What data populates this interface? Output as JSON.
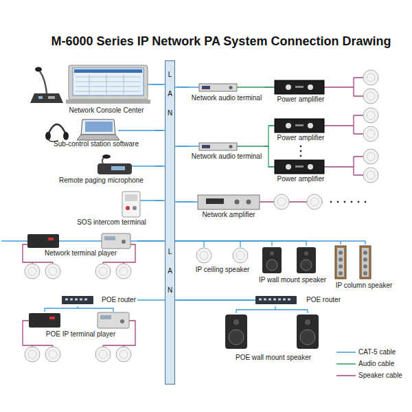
{
  "diagram": {
    "title": "M-6000 Series IP Network PA System Connection Drawing",
    "nodes": [
      {
        "text": [
          "LAN",
          "LAN"
        ]
      },
      {
        "text": [
          "Network Console Center"
        ]
      },
      {
        "text": [
          "Sub-control station software"
        ]
      },
      {
        "text": [
          "Remote paging microphone"
        ]
      },
      {
        "text": [
          "SOS intercom terminal"
        ]
      },
      {
        "text": [
          "Network terminal player"
        ]
      },
      {
        "text": [
          "POE router"
        ]
      },
      {
        "text": [
          "POE IP terminal player"
        ]
      },
      {
        "text": [
          "Network audio terminal"
        ]
      },
      {
        "text": [
          "Power amplifier"
        ]
      },
      {
        "text": [
          "Network audio terminal"
        ]
      },
      {
        "text": [
          "Power amplifier"
        ]
      },
      {
        "text": [
          "Power amplifier"
        ]
      },
      {
        "text": [
          "Network amplifier"
        ]
      },
      {
        "text": [
          "IP ceiling speaker"
        ]
      },
      {
        "text": [
          "IP wall mount speaker"
        ]
      },
      {
        "text": [
          "IP column speaker"
        ]
      },
      {
        "text": [
          "POE router"
        ]
      },
      {
        "text": [
          "POE wall mount speaker"
        ]
      }
    ],
    "edges": [
      {
        "from": 1,
        "to": 0,
        "arrow": "none"
      },
      {
        "from": 2,
        "to": 0,
        "arrow": "none"
      },
      {
        "from": 3,
        "to": 0,
        "arrow": "none"
      },
      {
        "from": 4,
        "to": 0,
        "arrow": "none"
      },
      {
        "from": 5,
        "to": 0,
        "arrow": "none"
      },
      {
        "from": 6,
        "to": 0,
        "arrow": "none"
      },
      {
        "from": 6,
        "to": 7,
        "arrow": "none"
      },
      {
        "from": 0,
        "to": 8,
        "arrow": "none"
      },
      {
        "from": 8,
        "to": 9,
        "arrow": "none"
      },
      {
        "from": 0,
        "to": 10,
        "arrow": "none"
      },
      {
        "from": 10,
        "to": 11,
        "arrow": "none"
      },
      {
        "from": 10,
        "to": 12,
        "arrow": "none"
      },
      {
        "from": 0,
        "to": 13,
        "arrow": "none"
      },
      {
        "from": 0,
        "to": 14,
        "arrow": "none"
      },
      {
        "from": 0,
        "to": 15,
        "arrow": "none"
      },
      {
        "from": 0,
        "to": 16,
        "arrow": "none"
      },
      {
        "from": 0,
        "to": 17,
        "arrow": "none"
      },
      {
        "from": 17,
        "to": 18,
        "arrow": "none"
      }
    ],
    "legend": [
      {
        "text": "CAT-5 cable"
      },
      {
        "text": "Audio cable"
      },
      {
        "text": "Speaker cable"
      }
    ]
  }
}
